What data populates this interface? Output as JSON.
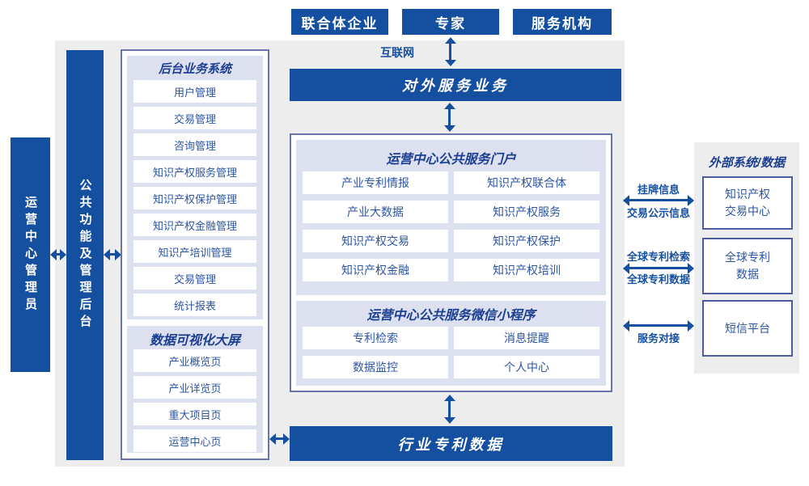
{
  "colors": {
    "dark_blue": "#1550A0",
    "lavender": "#DCE0EF",
    "bg_gray": "#EDEDED",
    "border": "#6874AB",
    "ext_border": "#4D5C9F",
    "item_text": "#2C55A4",
    "title_text": "#1C3F92"
  },
  "top_actors": [
    "联合体企业",
    "专家",
    "服务机构"
  ],
  "labels": {
    "internet": "互联网"
  },
  "bars": {
    "external_service": "对外服务业务",
    "industry_data": "行业专利数据"
  },
  "rails": {
    "admin": "运营中心管理员",
    "backend": "公共功能及管理后台"
  },
  "backend_panel": {
    "title": "后台业务系统",
    "items": [
      "用户管理",
      "交易管理",
      "咨询管理",
      "知识产权服务管理",
      "知识产权保护管理",
      "知识产权金融管理",
      "知识产培训管理",
      "交易管理",
      "统计报表"
    ]
  },
  "dashboard_panel": {
    "title": "数据可视化大屏",
    "items": [
      "产业概览页",
      "产业详览页",
      "重大项目页",
      "运营中心页"
    ]
  },
  "portal_panel": {
    "title": "运营中心公共服务门户",
    "items": [
      "产业专利情报",
      "知识产权联合体",
      "产业大数据",
      "知识产权服务",
      "知识产权交易",
      "知识产权保护",
      "知识产权金融",
      "知识产权培训"
    ]
  },
  "miniapp_panel": {
    "title": "运营中心公共服务微信小程序",
    "items": [
      "专利检索",
      "消息提醒",
      "数据监控",
      "个人中心"
    ]
  },
  "external_panel": {
    "title": "外部系统/数据",
    "boxes": [
      [
        "知识产权",
        "交易中心"
      ],
      [
        "全球专利",
        "数据"
      ],
      [
        "短信平台"
      ]
    ]
  },
  "links": [
    {
      "top": "挂牌信息",
      "bottom": "交易公示信息"
    },
    {
      "top": "全球专利检索",
      "bottom": "全球专利数据"
    },
    {
      "top": "",
      "bottom": "服务对接"
    }
  ]
}
